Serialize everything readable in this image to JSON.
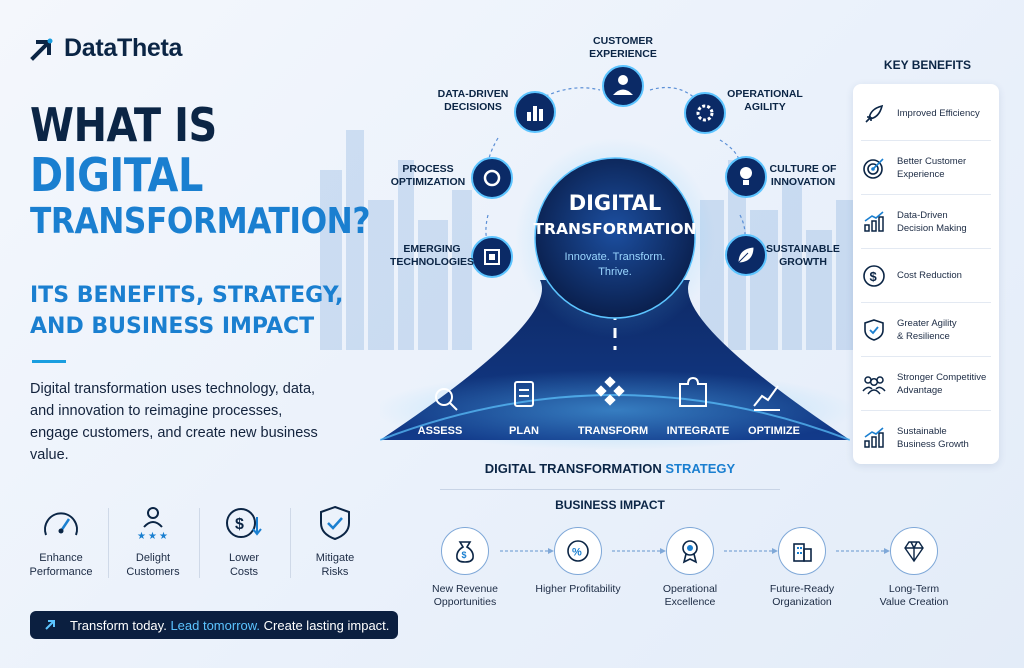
{
  "brand": {
    "name": "DataTheta"
  },
  "headline": {
    "line1": "WHAT IS",
    "line2": "DIGITAL",
    "line3": "TRANSFORMATION?",
    "sub1": "ITS BENEFITS, STRATEGY,",
    "sub2": "AND BUSINESS IMPACT"
  },
  "intro": "Digital transformation uses technology, data, and innovation to reimagine processes, engage customers, and create new business value.",
  "benefits": [
    {
      "label1": "Enhance",
      "label2": "Performance",
      "icon": "speedometer-icon"
    },
    {
      "label1": "Delight",
      "label2": "Customers",
      "icon": "customer-stars-icon"
    },
    {
      "label1": "Lower",
      "label2": "Costs",
      "icon": "dollar-down-icon"
    },
    {
      "label1": "Mitigate",
      "label2": "Risks",
      "icon": "shield-check-icon"
    }
  ],
  "cta": {
    "part1": "Transform today.",
    "part2": "Lead tomorrow.",
    "part3": "Create lasting impact."
  },
  "center": {
    "title1": "DIGITAL",
    "title2": "TRANSFORMATION",
    "tag1": "Innovate. Transform.",
    "tag2": "Thrive."
  },
  "nodes": [
    {
      "l1": "CUSTOMER",
      "l2": "EXPERIENCE",
      "icon": "customer-icon"
    },
    {
      "l1": "OPERATIONAL",
      "l2": "AGILITY",
      "icon": "gear-icon"
    },
    {
      "l1": "CULTURE OF",
      "l2": "INNOVATION",
      "icon": "lightbulb-icon"
    },
    {
      "l1": "SUSTAINABLE",
      "l2": "GROWTH",
      "icon": "leaf-icon"
    },
    {
      "l1": "DATA-DRIVEN",
      "l2": "DECISIONS",
      "icon": "bar-chart-icon"
    },
    {
      "l1": "PROCESS",
      "l2": "OPTIMIZATION",
      "icon": "process-gear-icon"
    },
    {
      "l1": "EMERGING",
      "l2": "TECHNOLOGIES",
      "icon": "chip-icon"
    }
  ],
  "steps": [
    {
      "label": "ASSESS",
      "icon": "magnifier-icon"
    },
    {
      "label": "PLAN",
      "icon": "clipboard-icon"
    },
    {
      "label": "TRANSFORM",
      "icon": "diamond-blocks-icon"
    },
    {
      "label": "INTEGRATE",
      "icon": "puzzle-icon"
    },
    {
      "label": "OPTIMIZE",
      "icon": "trend-chart-icon"
    }
  ],
  "strategy": {
    "part1": "DIGITAL TRANSFORMATION",
    "part2": "STRATEGY"
  },
  "impact": {
    "title": "BUSINESS IMPACT",
    "items": [
      {
        "l1": "New Revenue",
        "l2": "Opportunities",
        "icon": "money-bag-icon"
      },
      {
        "l1": "Higher Profitability",
        "l2": "",
        "icon": "percent-icon"
      },
      {
        "l1": "Operational",
        "l2": "Excellence",
        "icon": "award-icon"
      },
      {
        "l1": "Future-Ready",
        "l2": "Organization",
        "icon": "building-icon"
      },
      {
        "l1": "Long-Term",
        "l2": "Value Creation",
        "icon": "diamond-icon"
      }
    ]
  },
  "key_benefits": {
    "title": "KEY BENEFITS",
    "items": [
      {
        "l1": "Improved Efficiency",
        "l2": "",
        "icon": "rocket-icon"
      },
      {
        "l1": "Better Customer",
        "l2": "Experience",
        "icon": "target-icon"
      },
      {
        "l1": "Data-Driven",
        "l2": "Decision Making",
        "icon": "growth-chart-icon"
      },
      {
        "l1": "Cost Reduction",
        "l2": "",
        "icon": "dollar-circle-icon"
      },
      {
        "l1": "Greater Agility",
        "l2": "& Resilience",
        "icon": "shield-check-icon"
      },
      {
        "l1": "Stronger Competitive",
        "l2": "Advantage",
        "icon": "team-icon"
      },
      {
        "l1": "Sustainable",
        "l2": "Business Growth",
        "icon": "growth-chart-icon"
      }
    ]
  },
  "colors": {
    "navy": "#0b2545",
    "blue": "#1a7fd0",
    "accent": "#5cc4ff",
    "dark": "#0b1f40"
  }
}
